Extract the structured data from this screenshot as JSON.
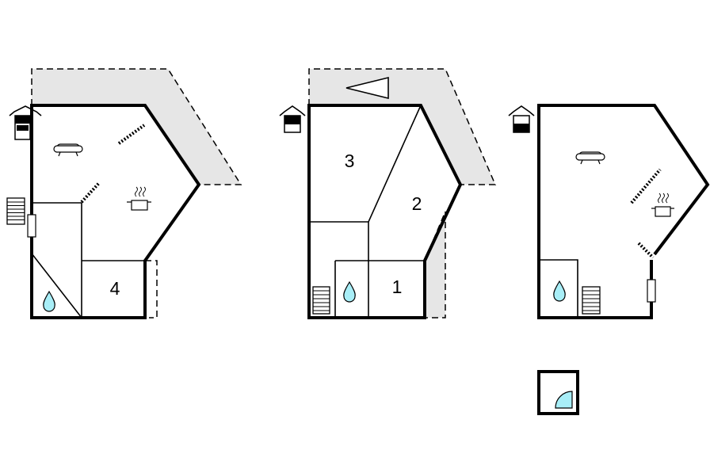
{
  "floor_plan": {
    "room_labels": [
      "4",
      "3",
      "2",
      "1"
    ],
    "colors": {
      "terrace": "#e6e6e6",
      "wall": "#000000",
      "water": "#a8eef7",
      "background": "#ffffff"
    },
    "icons": [
      "house-entrance-icon",
      "sofa-icon",
      "cooking-pot-icon",
      "water-drop-icon",
      "stairs-icon",
      "window-icon",
      "north-arrow-icon",
      "shower-icon"
    ]
  }
}
